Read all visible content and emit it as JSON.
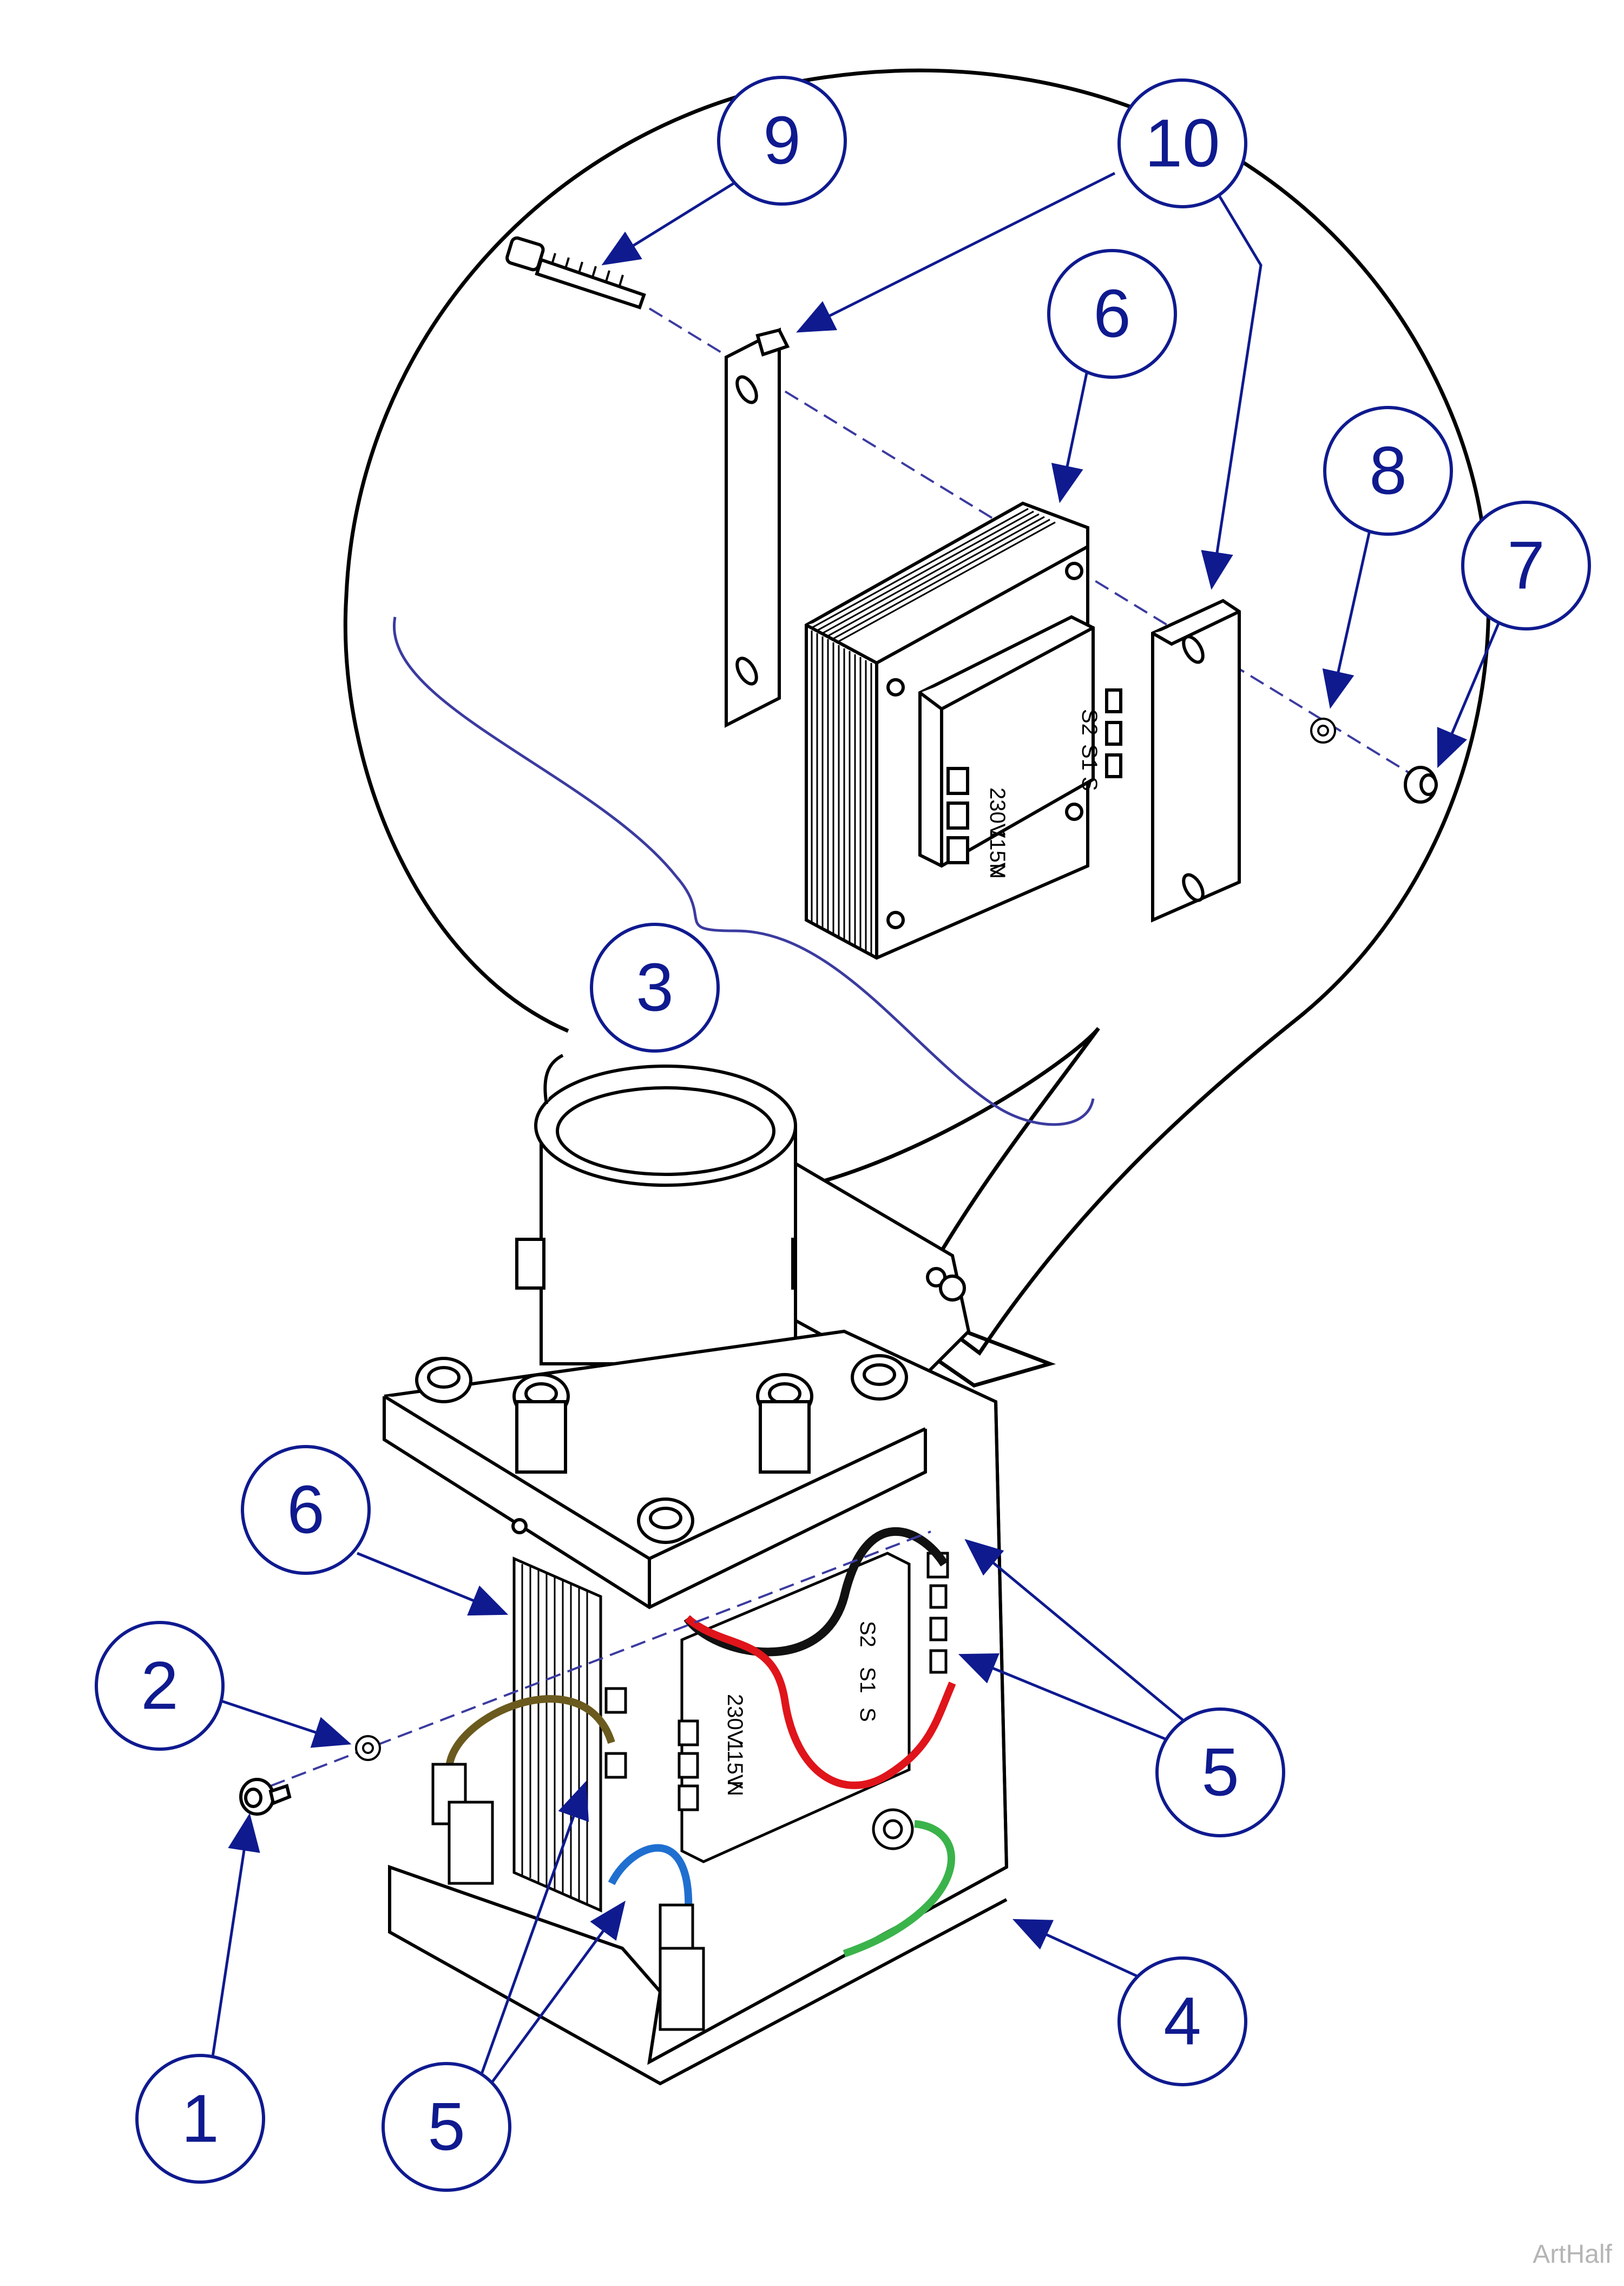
{
  "diagram": {
    "callouts": [
      {
        "id": "c1",
        "number": "1"
      },
      {
        "id": "c2",
        "number": "2"
      },
      {
        "id": "c3",
        "number": "3"
      },
      {
        "id": "c4",
        "number": "4"
      },
      {
        "id": "c5a",
        "number": "5"
      },
      {
        "id": "c5b",
        "number": "5"
      },
      {
        "id": "c6a",
        "number": "6"
      },
      {
        "id": "c6b",
        "number": "6"
      },
      {
        "id": "c7",
        "number": "7"
      },
      {
        "id": "c8",
        "number": "8"
      },
      {
        "id": "c9",
        "number": "9"
      },
      {
        "id": "c10",
        "number": "10"
      }
    ],
    "transformer_labels": {
      "v230": "230V",
      "v115": "115V",
      "n": "N",
      "s2": "S2",
      "s1": "S1",
      "s": "S"
    }
  },
  "watermark": "ArtHalf",
  "colors": {
    "callout": "#0f1a8f",
    "callout_fill": "#ffffff",
    "line": "#000000",
    "wire_red": "#e0141b",
    "wire_black": "#111111",
    "wire_blue": "#1f6fd0",
    "wire_brown": "#6b5a1e",
    "wire_green": "#3ab34a"
  }
}
